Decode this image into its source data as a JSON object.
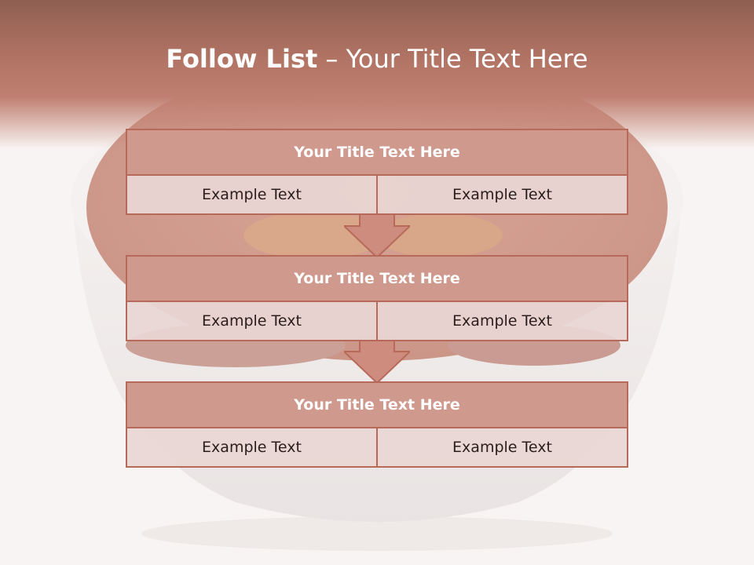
{
  "title": {
    "bold": "Follow List",
    "rest": " – Your Title Text Here"
  },
  "steps": [
    {
      "title": "Your Title Text Here",
      "left": "Example Text",
      "right": "Example Text"
    },
    {
      "title": "Your Title Text Here",
      "left": "Example Text",
      "right": "Example Text"
    },
    {
      "title": "Your Title Text Here",
      "left": "Example Text",
      "right": "Example Text"
    }
  ],
  "colors": {
    "banner": "#b27464",
    "box_border": "#b86a5a",
    "box_head": "#cd968a",
    "box_body": "#e9d6d4",
    "arrow": "#cd8c7e"
  }
}
